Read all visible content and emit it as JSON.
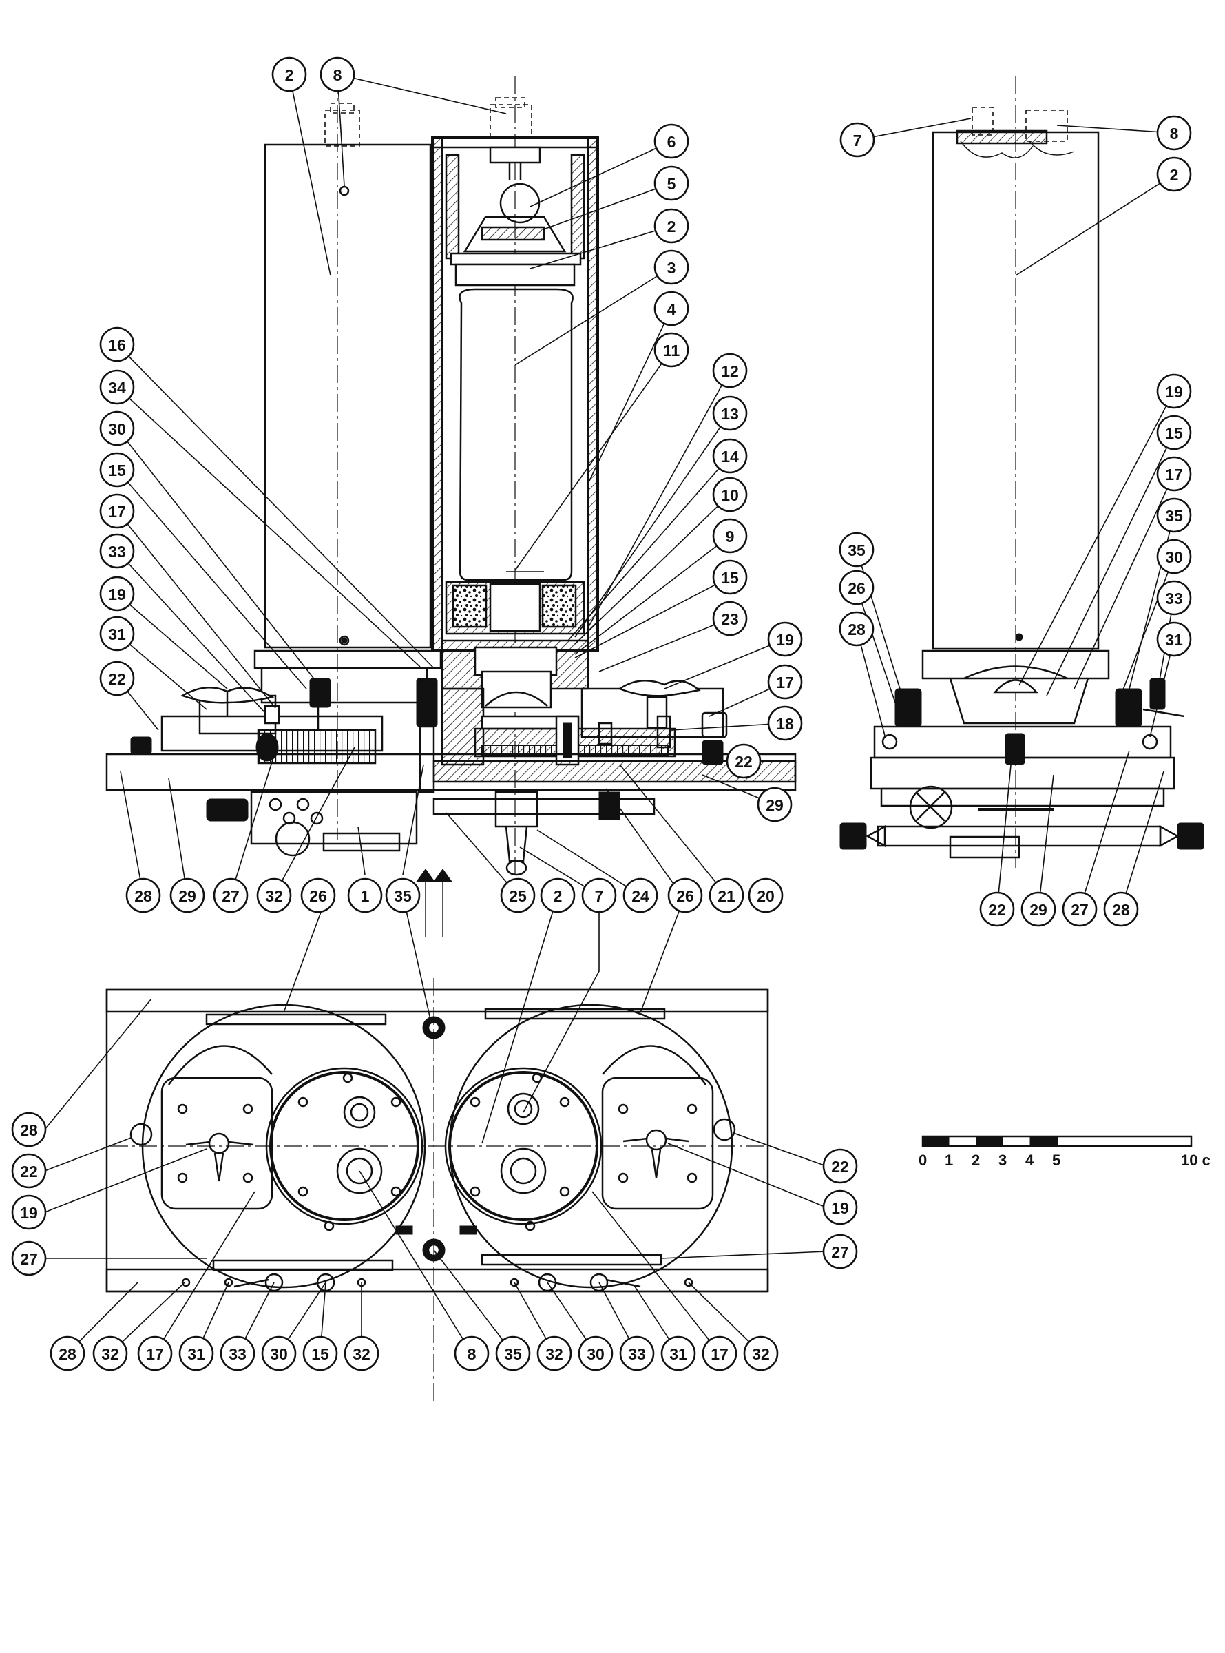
{
  "title": "Exploded mechanical drawing – twin-cylinder unit (section, side and plan views)",
  "callouts": {
    "front_left": [
      "16",
      "34",
      "30",
      "15",
      "17",
      "33",
      "19",
      "31",
      "22"
    ],
    "front_top": [
      "2",
      "8"
    ],
    "front_right": [
      "6",
      "5",
      "2",
      "3",
      "4",
      "11",
      "12",
      "13",
      "14",
      "10",
      "9",
      "15",
      "23",
      "19",
      "17",
      "18",
      "22",
      "29"
    ],
    "front_bottom": [
      "28",
      "29",
      "27",
      "32",
      "26",
      "1",
      "35",
      "25",
      "2",
      "7",
      "24",
      "26",
      "21",
      "20"
    ],
    "side_top": [
      "7",
      "8",
      "2"
    ],
    "side_right": [
      "19",
      "15",
      "17",
      "35",
      "30",
      "33",
      "31"
    ],
    "side_left": [
      "35",
      "26",
      "28"
    ],
    "side_bottom": [
      "22",
      "29",
      "27",
      "28"
    ],
    "plan_left": [
      "28",
      "22",
      "19",
      "27"
    ],
    "plan_right": [
      "22",
      "19",
      "27"
    ],
    "plan_bottom": [
      "28",
      "32",
      "17",
      "31",
      "33",
      "30",
      "15",
      "32",
      "8",
      "35",
      "32",
      "30",
      "33",
      "31",
      "17",
      "32"
    ]
  },
  "scale_bar": {
    "labels": [
      "0",
      "1",
      "2",
      "3",
      "4",
      "5",
      "10 c"
    ]
  }
}
